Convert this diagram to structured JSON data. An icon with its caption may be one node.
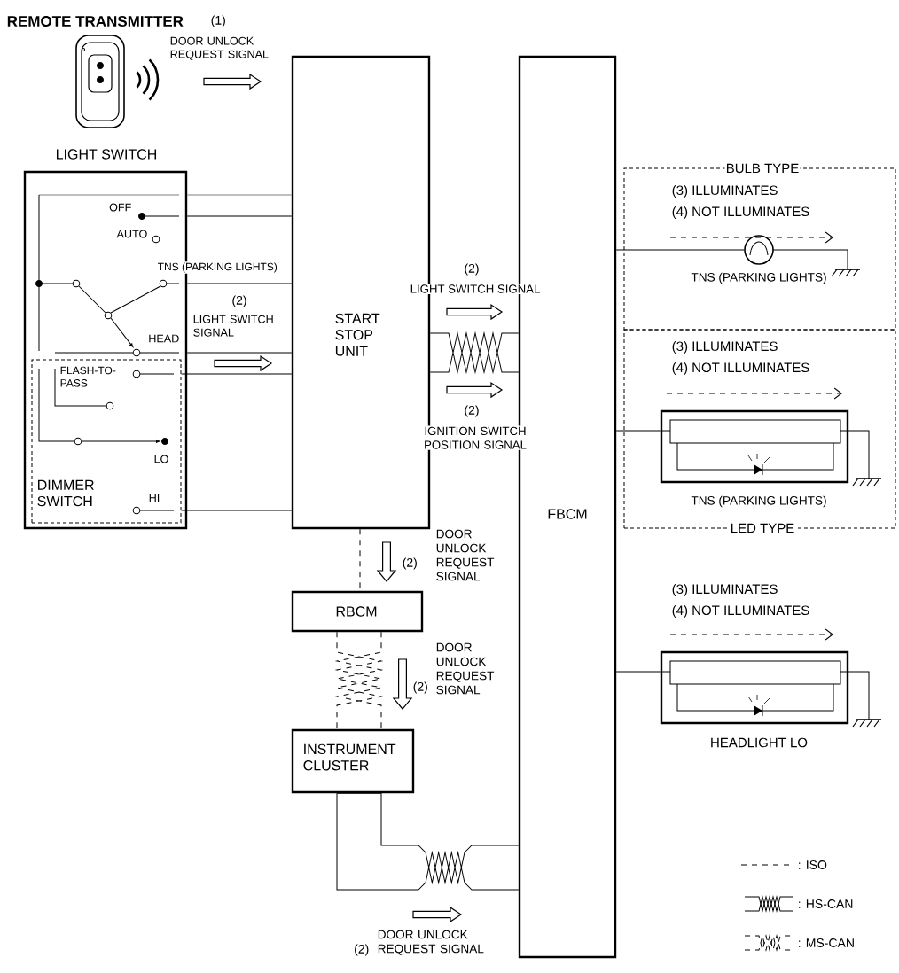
{
  "diagram": {
    "nodes": [
      {
        "text": [
          "REMOTE TRANSMITTER"
        ]
      },
      {
        "text": [
          "LIGHT SWITCH"
        ]
      },
      {
        "text": [
          "DIMMER SWITCH"
        ],
        "in": 1
      },
      {
        "text": [
          "START STOP UNIT"
        ]
      },
      {
        "text": [
          "FBCM"
        ]
      },
      {
        "text": [
          "RBCM"
        ]
      },
      {
        "text": [
          "INSTRUMENT CLUSTER"
        ]
      },
      {
        "text": [
          "BULB TYPE"
        ]
      },
      {
        "text": [],
        "shape": "circle",
        "beside": [
          "TNS (PARKING LIGHTS)"
        ],
        "in": 7
      },
      {
        "text": [
          "LED TYPE"
        ]
      },
      {
        "text": [
          "TNS (PARKING LIGHTS)"
        ],
        "in": 9
      },
      {
        "text": [
          "HEADLIGHT LO"
        ]
      }
    ],
    "edges": [
      {
        "from": 1,
        "to": 3,
        "arrow": "none",
        "color": "#808080"
      },
      {
        "from": 1,
        "to": 3,
        "arrow": "none"
      },
      {
        "from": 1,
        "to": 3,
        "arrow": "none"
      },
      {
        "from": 1,
        "to": 3,
        "arrow": "none"
      },
      {
        "from": 2,
        "to": 3,
        "arrow": "none"
      },
      {
        "from": 2,
        "to": 3,
        "arrow": "none"
      },
      {
        "from": 3,
        "to": 4,
        "arrow": "none"
      },
      {
        "from": 3,
        "to": 5,
        "arrow": "none",
        "style": "dashed"
      },
      {
        "from": 5,
        "to": 6,
        "arrow": "none",
        "style": "dashed"
      },
      {
        "from": 6,
        "to": 4,
        "arrow": "none"
      },
      {
        "from": 4,
        "to": 8,
        "arrow": "none"
      },
      {
        "from": 4,
        "to": 10,
        "arrow": "none"
      },
      {
        "from": 4,
        "to": 11,
        "arrow": "none"
      }
    ],
    "labels": [
      "(1)",
      "DOOR UNLOCK REQUEST SIGNAL",
      "OFF",
      "AUTO",
      "TNS (PARKING LIGHTS)",
      "(2)",
      "LIGHT SWITCH SIGNAL",
      "(3) ILLUMINATES",
      "(4) NOT ILLUMINATES",
      "(2)",
      "LIGHT SWITCH SIGNAL",
      "HEAD",
      "FLASH-TO-PASS",
      "(2)",
      "IGNITION SWITCH POSITION SIGNAL",
      "(3) ILLUMINATES",
      "(4) NOT ILLUMINATES",
      "LO",
      "HI",
      "DOOR UNLOCK REQUEST SIGNAL",
      "(2)",
      "(3) ILLUMINATES",
      "(4) NOT ILLUMINATES",
      "(2)",
      "DOOR UNLOCK REQUEST SIGNAL",
      "(2)",
      "DOOR UNLOCK REQUEST SIGNAL"
    ],
    "legend": [
      {
        "text": ": ISO"
      },
      {
        "text": ": HS-CAN"
      },
      {
        "text": ": MS-CAN"
      }
    ]
  }
}
